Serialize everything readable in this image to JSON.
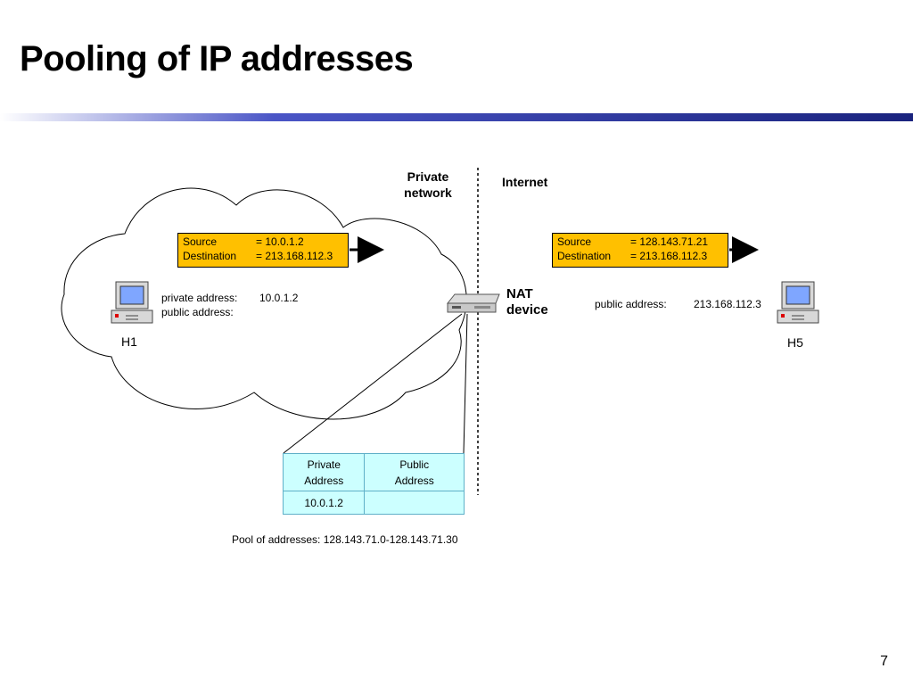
{
  "title": "Pooling of IP addresses",
  "labels": {
    "private_network": "Private network",
    "internet": "Internet",
    "nat_device": "NAT device",
    "h1": "H1",
    "h5": "H5"
  },
  "h1_info": {
    "private_label": "private address:",
    "private_value": "10.0.1.2",
    "public_label": "public address:",
    "public_value": ""
  },
  "h5_info": {
    "public_label": "public address:",
    "public_value": "213.168.112.3"
  },
  "packet_left": {
    "source_label": "Source",
    "source_value": "= 10.0.1.2",
    "dest_label": "Destination",
    "dest_value": "= 213.168.112.3"
  },
  "packet_right": {
    "source_label": "Source",
    "source_value": "= 128.143.71.21",
    "dest_label": "Destination",
    "dest_value": "= 213.168.112.3"
  },
  "nat_table": {
    "headers": [
      "Private Address",
      "Public Address"
    ],
    "rows": [
      [
        "10.0.1.2",
        ""
      ]
    ]
  },
  "pool": "Pool of addresses: 128.143.71.0-128.143.71.30",
  "page_number": "7",
  "colors": {
    "packet": "#ffc000",
    "table_bg": "#ccffff",
    "title_bar": "#1a237e"
  }
}
